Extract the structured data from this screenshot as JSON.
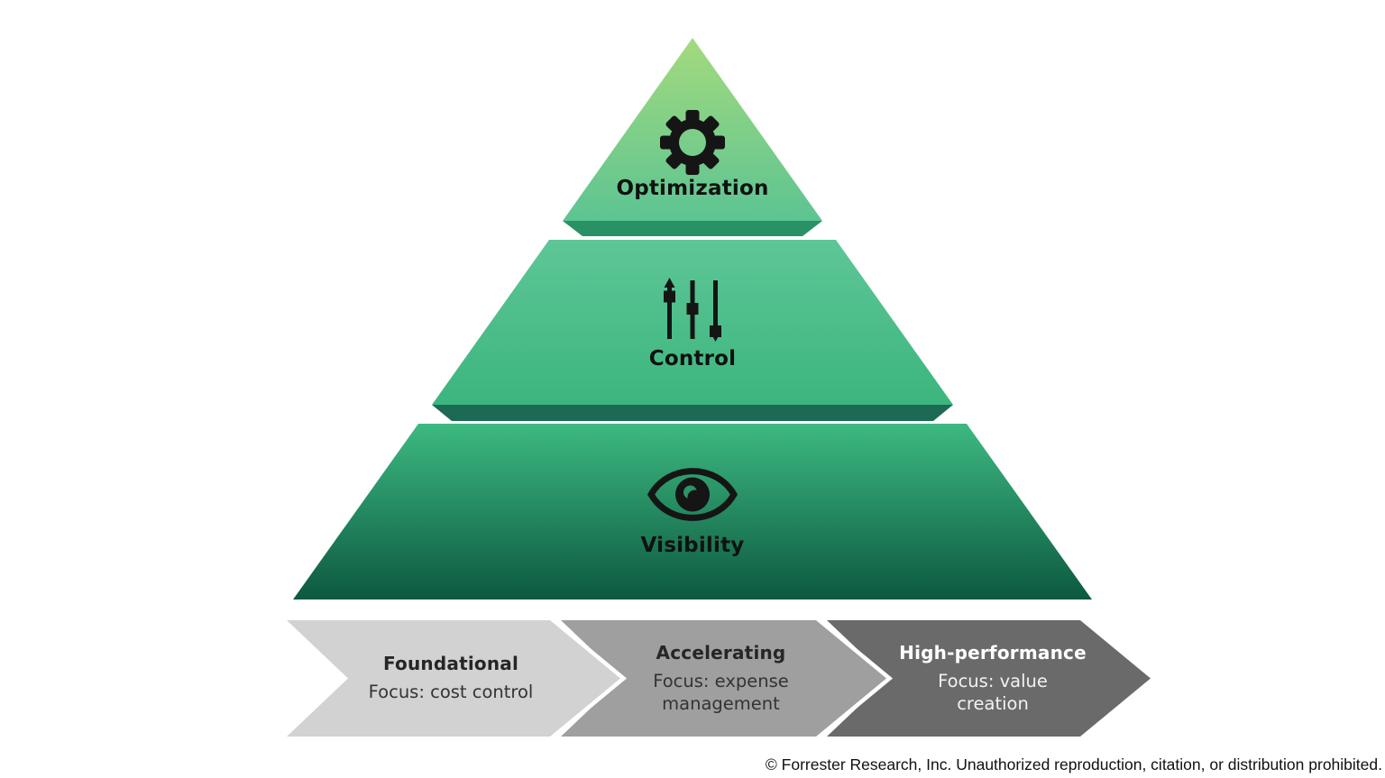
{
  "pyramid": {
    "tiers": [
      {
        "label": "Optimization",
        "icon": "gear-icon"
      },
      {
        "label": "Control",
        "icon": "sliders-icon"
      },
      {
        "label": "Visibility",
        "icon": "eye-icon"
      }
    ]
  },
  "stages": [
    {
      "title": "Foundational",
      "focus": "Focus: cost control",
      "focus_lines": [
        "Focus: cost control"
      ]
    },
    {
      "title": "Accelerating",
      "focus": "Focus: expense management",
      "focus_lines": [
        "Focus: expense",
        "management"
      ]
    },
    {
      "title": "High-performance",
      "focus": "Focus: value creation",
      "focus_lines": [
        "Focus: value",
        "creation"
      ]
    }
  ],
  "footer": {
    "copyright": "© Forrester Research, Inc. Unauthorized reproduction, citation, or distribution prohibited."
  },
  "colors": {
    "tier1_top": "#a3da7e",
    "tier1_bottom": "#5cc492",
    "tier1_bevel": "#2a9166",
    "tier2_top": "#5ec697",
    "tier2_bottom": "#3cb57e",
    "tier2_bevel": "#1d6a54",
    "tier3_top": "#3db981",
    "tier3_bottom": "#0c5940",
    "icon_black": "#151515",
    "pupil_highlight": "#2b9468",
    "stage1_fill": "#d2d2d2",
    "stage2_fill": "#9f9f9f",
    "stage3_fill": "#6a6a6a"
  }
}
